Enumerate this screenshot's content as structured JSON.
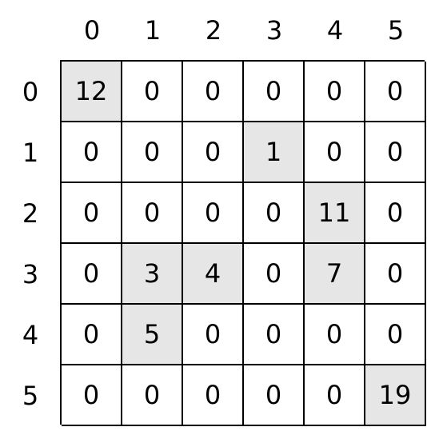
{
  "col_headers": [
    "0",
    "1",
    "2",
    "3",
    "4",
    "5"
  ],
  "row_headers": [
    "0",
    "1",
    "2",
    "3",
    "4",
    "5"
  ],
  "highlight_color": "#e6e6e6",
  "matrix": [
    [
      "12",
      "0",
      "0",
      "0",
      "0",
      "0"
    ],
    [
      "0",
      "0",
      "0",
      "1",
      "0",
      "0"
    ],
    [
      "0",
      "0",
      "0",
      "0",
      "11",
      "0"
    ],
    [
      "0",
      "3",
      "4",
      "0",
      "7",
      "0"
    ],
    [
      "0",
      "5",
      "0",
      "0",
      "0",
      "0"
    ],
    [
      "0",
      "0",
      "0",
      "0",
      "0",
      "19"
    ]
  ],
  "highlighted": [
    [
      0,
      0
    ],
    [
      1,
      3
    ],
    [
      2,
      4
    ],
    [
      3,
      1
    ],
    [
      3,
      2
    ],
    [
      3,
      4
    ],
    [
      4,
      1
    ],
    [
      5,
      5
    ]
  ]
}
